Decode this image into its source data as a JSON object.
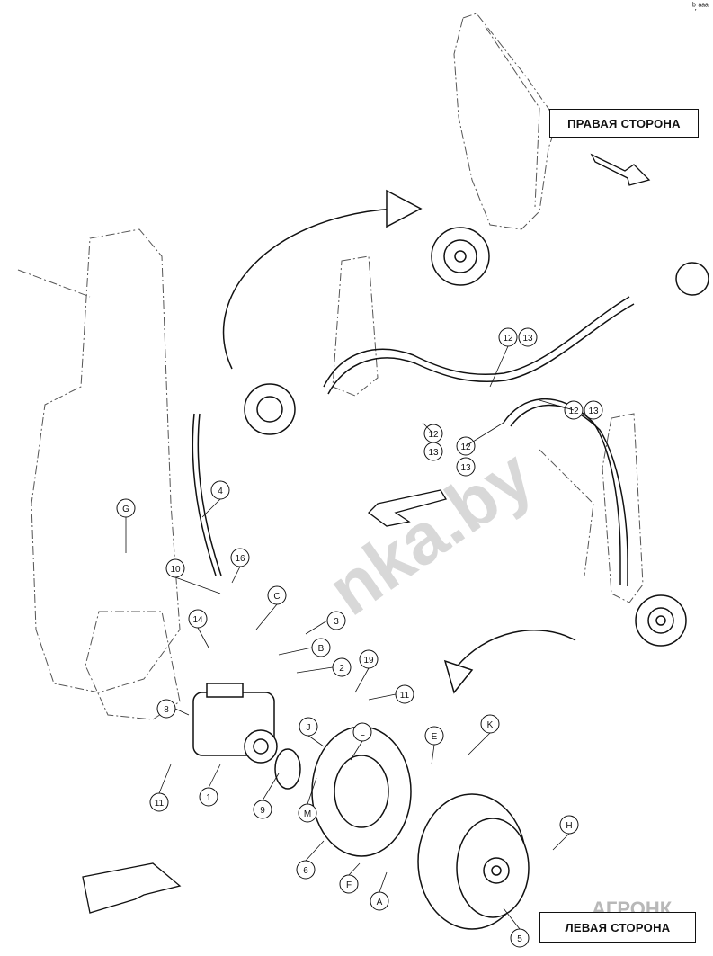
{
  "labels": {
    "right_side": "ПРАВАЯ СТОРОНА",
    "left_side": "ЛЕВАЯ СТОРОНА",
    "watermark": "nka.by",
    "logo": "АГРОНК",
    "corner_mark": "ᵇ᷊ ᵃᵃᵃ"
  },
  "callouts": {
    "c12a": "12",
    "c13a": "13",
    "c12b": "12",
    "c13b": "13",
    "c12c": "12",
    "c13c": "13",
    "c12d": "12",
    "c13d": "13",
    "c4": "4",
    "cG": "G",
    "c10": "10",
    "c16": "16",
    "cC": "C",
    "c3": "3",
    "c14": "14",
    "cB": "B",
    "c2": "2",
    "c19": "19",
    "c11a": "11",
    "c8": "8",
    "cJ": "J",
    "cL": "L",
    "cE": "E",
    "cK": "K",
    "cH": "H",
    "c11b": "11",
    "c1": "1",
    "c9": "9",
    "cM": "M",
    "c6": "6",
    "cF": "F",
    "cA": "A",
    "c5": "5"
  },
  "colors": {
    "line": "#111111",
    "dash": "#555555",
    "watermark": "#b8b8b8",
    "logo": "#9a9a9a"
  }
}
